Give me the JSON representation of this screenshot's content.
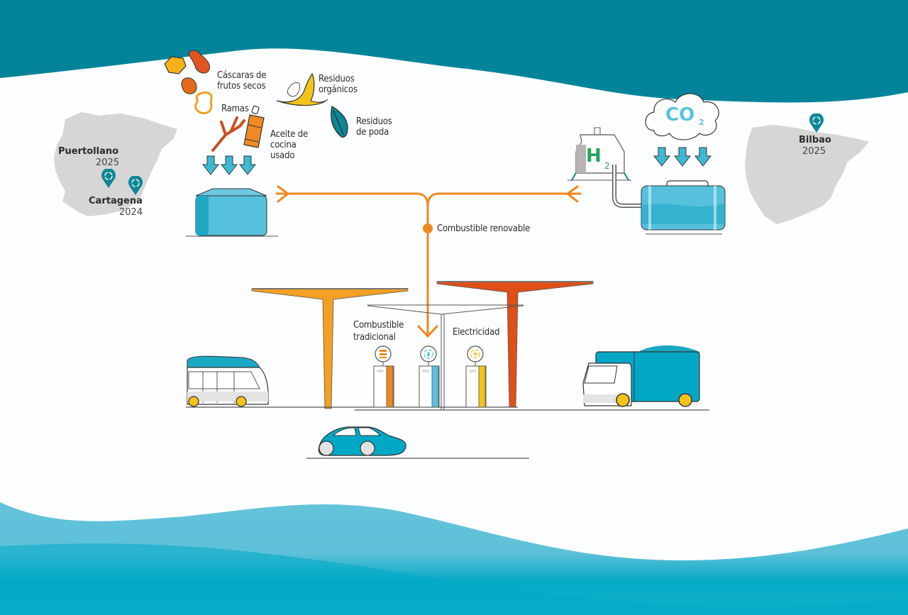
{
  "title": "Combustible renovable",
  "colors": {
    "top_wave": "#01849a",
    "bottom_wave_light": "#62c3da",
    "bottom_wave_dark": "#00a8c6",
    "flow_line": "#ef8720",
    "canopy_left": "#f3a024",
    "canopy_right": "#e04f17",
    "map_fill": "#d7d5d6",
    "pin": "#0d8796",
    "h2_green": "#23a55b",
    "co2_blue": "#59c3df"
  },
  "inputs": {
    "nut_shells": "Cáscaras de\nfrutos secos",
    "branches": "Ramas",
    "organic_waste": "Residuos\norgánicos",
    "pruning_waste": "Residuos\nde poda",
    "used_cooking_oil": "Aceite de\ncocina\nusado"
  },
  "flow": {
    "renewable_fuel": "Combustible renovable"
  },
  "station": {
    "traditional_fuel_line1": "Combustible",
    "traditional_fuel_line2": "tradicional",
    "electricity": "Electricidad"
  },
  "hydrogen": {
    "symbol": "H",
    "subscript": "2"
  },
  "co2": {
    "symbol": "CO",
    "subscript": "2"
  },
  "map_left": {
    "locations": [
      {
        "city": "Puertollano",
        "year": "2025"
      },
      {
        "city": "Cartagena",
        "year": "2024"
      }
    ]
  },
  "map_right": {
    "locations": [
      {
        "city": "Bilbao",
        "year": "2025"
      }
    ]
  },
  "icons": {
    "pin": "refresh-pin-icon",
    "fuel_pump": "barrel-icon",
    "water_pump": "water-drop-icon",
    "ev_charger": "lightning-icon"
  }
}
